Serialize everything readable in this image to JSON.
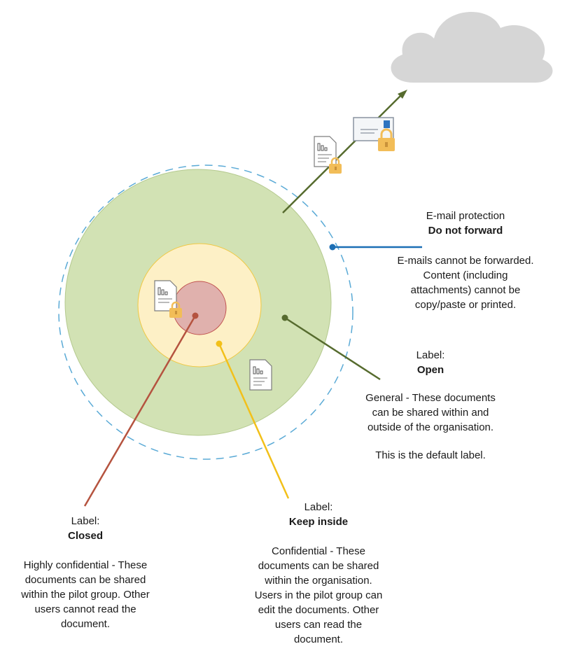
{
  "email": {
    "heading": "E-mail protection",
    "name": "Do not forward",
    "description": [
      "E-mails cannot be forwarded.",
      "Content (including",
      "attachments) cannot be",
      "copy/paste or printed."
    ]
  },
  "open": {
    "label": "Label:",
    "name": "Open",
    "description": [
      "General - These documents",
      "can be shared within and",
      "outside of the organisation."
    ],
    "note": "This is the default label."
  },
  "keep_inside": {
    "label": "Label:",
    "name": "Keep inside",
    "description": [
      "Confidential - These",
      "documents can be shared",
      "within the organisation.",
      "Users in the pilot group can",
      "edit the documents. Other",
      "users can read the",
      "document."
    ]
  },
  "closed": {
    "label": "Label:",
    "name": "Closed",
    "description": [
      "Highly confidential - These",
      "documents can be shared",
      "within the pilot group. Other",
      "users cannot read the",
      "document."
    ]
  },
  "colors": {
    "outer_ring": "#d2e2b4",
    "outer_ring_stroke": "#b4c98e",
    "middle_ring": "#fdf0c6",
    "middle_ring_stroke": "#f0c843",
    "inner_ring": "#e0b1ad",
    "inner_ring_stroke": "#c0504d",
    "dashed_ring": "#5aaad6",
    "email_connector": "#1c6fb5",
    "open_connector": "#566b2e",
    "keep_connector": "#f2c01a",
    "closed_connector": "#b5533f",
    "cloud": "#d6d6d6",
    "lock": "#f2bd58"
  }
}
